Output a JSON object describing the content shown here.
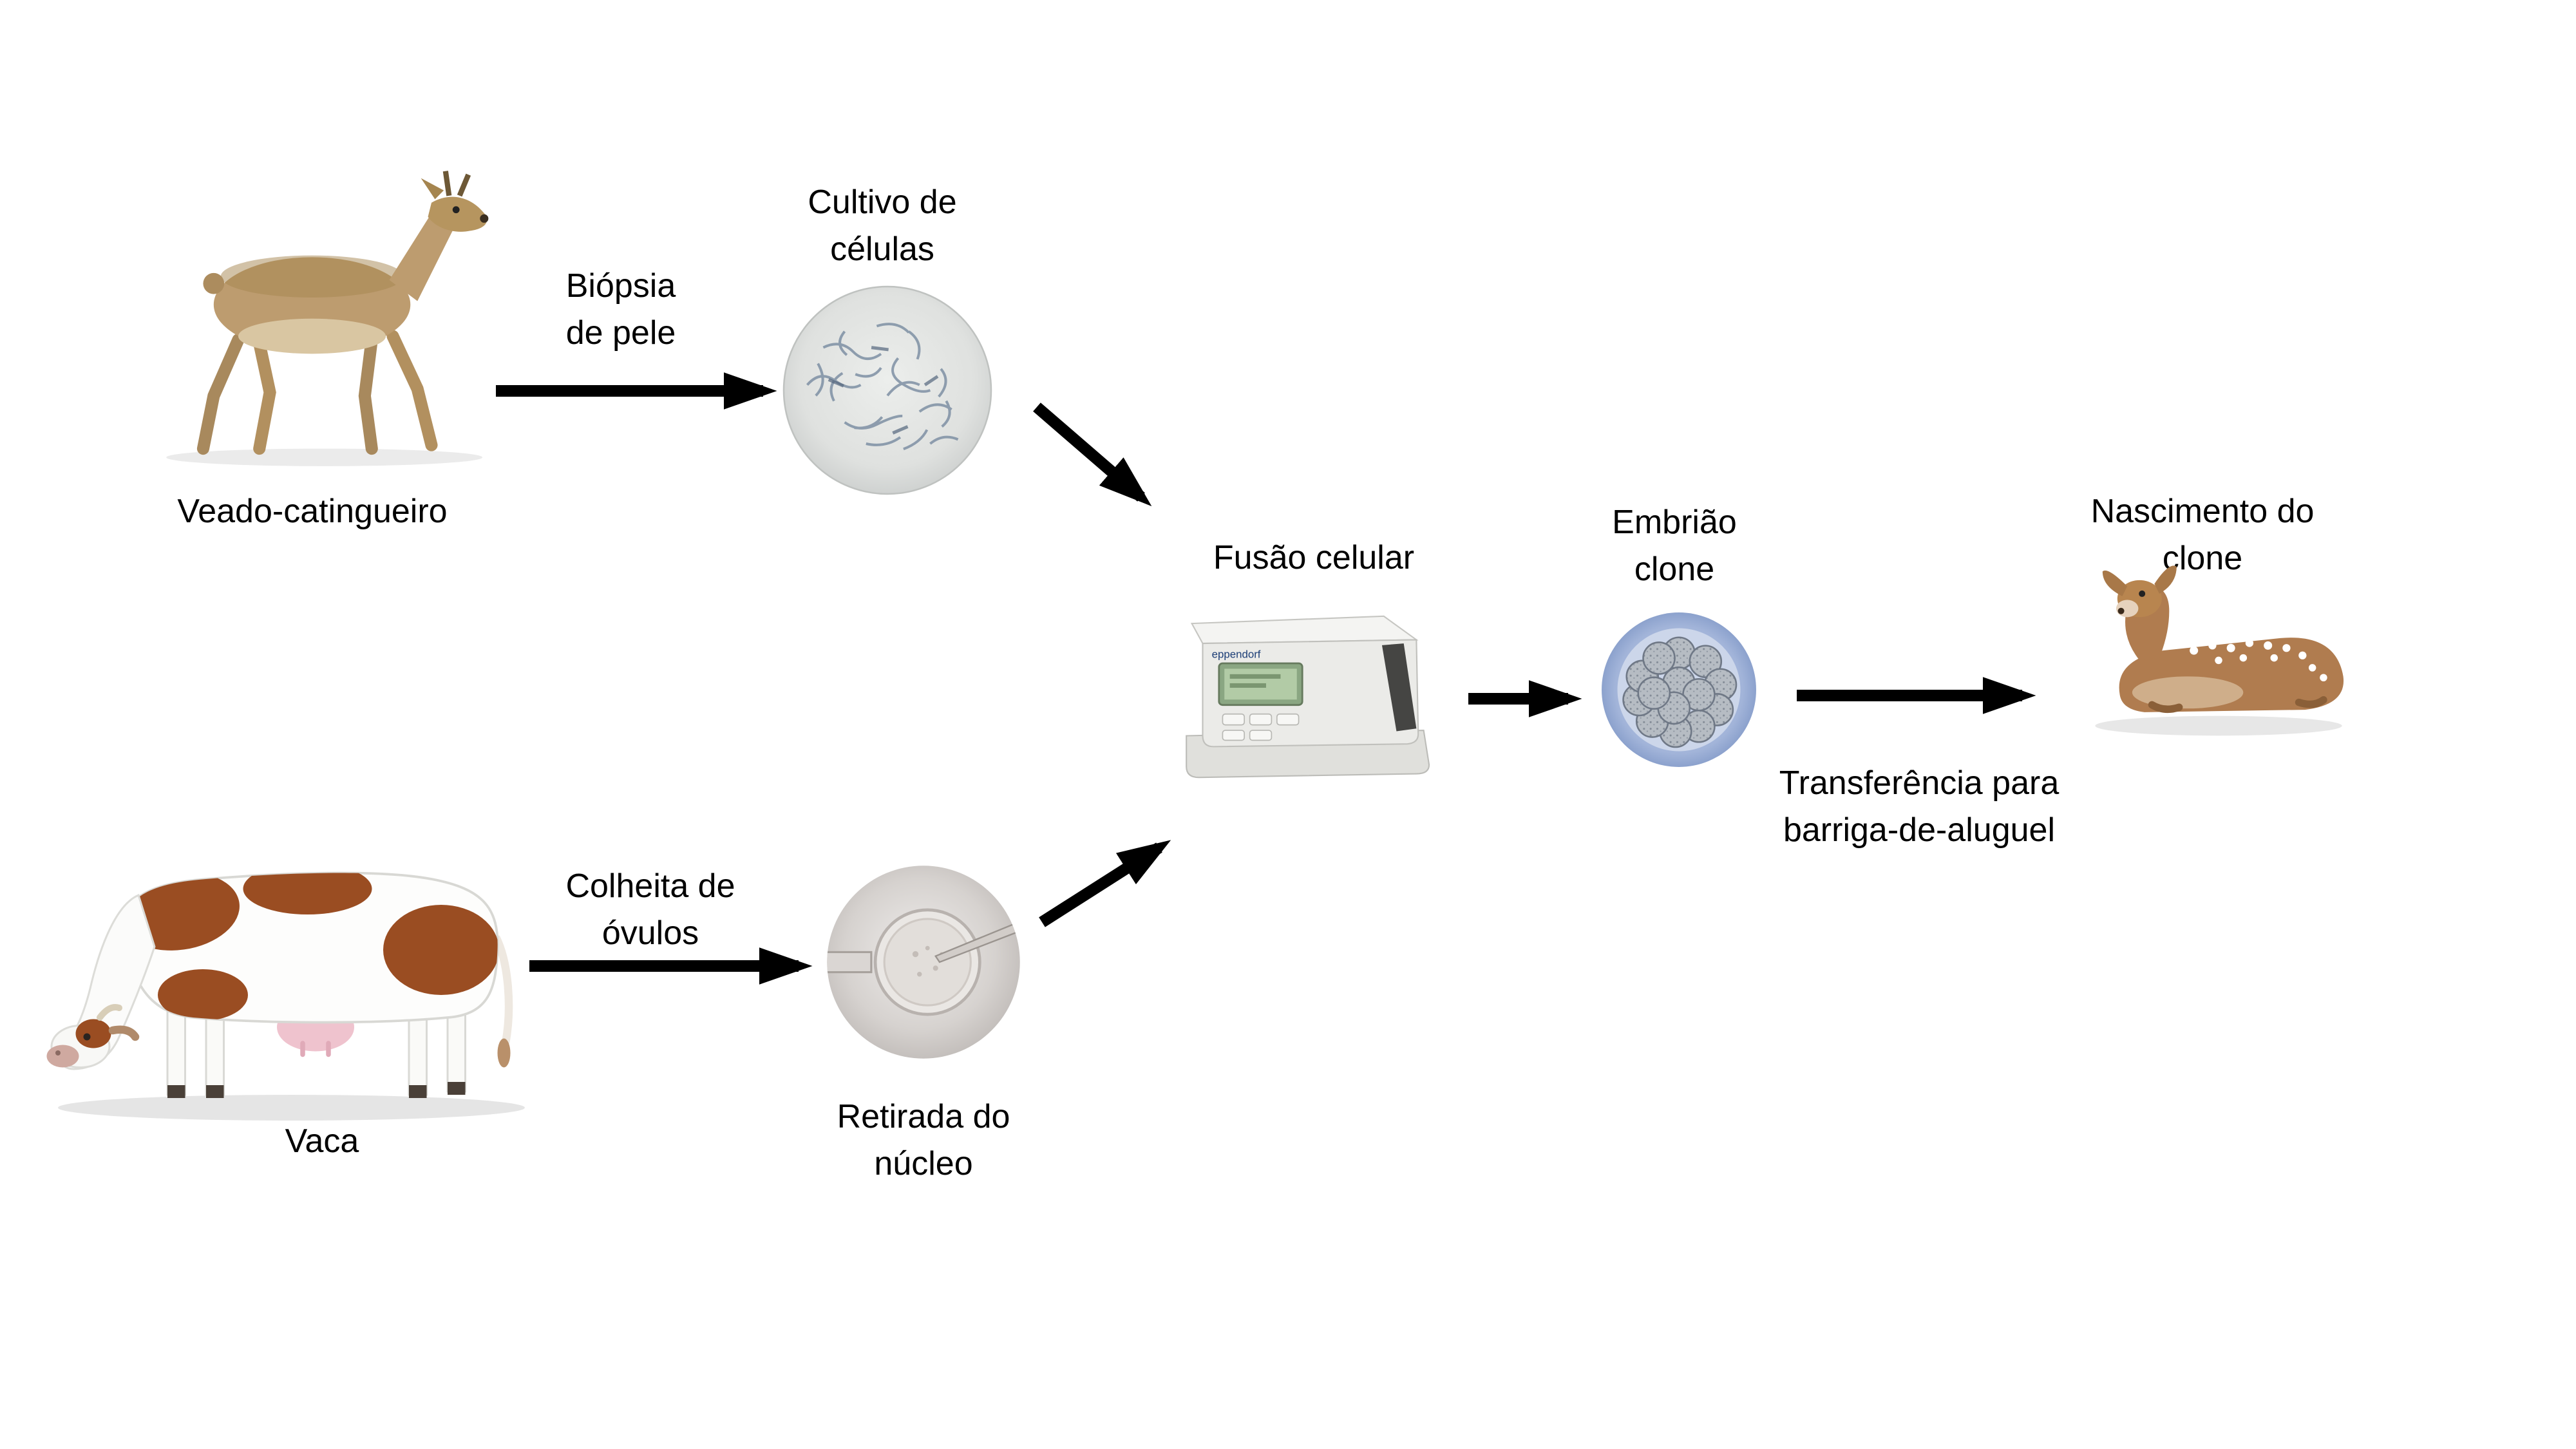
{
  "diagram": {
    "background": "#ffffff",
    "arrow_color": "#000000",
    "text_color": "#000000",
    "labels": {
      "donor": "Veado-catingueiro",
      "biopsy": "Biópsia\nde pele",
      "cell_culture": "Cultivo de\ncélulas",
      "fusion": "Fusão celular",
      "embryo": "Embrião\nclone",
      "birth": "Nascimento do\nclone",
      "transfer": "Transferência para\nbarriga-de-aluguel",
      "cow": "Vaca",
      "egg_harvest": "Colheita de\nóvulos",
      "nucleus_removal": "Retirada do\nnúcleo"
    },
    "machine": {
      "brand": "eppendorf"
    },
    "colors": {
      "deer_coat": "#bd9c6f",
      "cow_patch": "#9a4d22",
      "fawn_coat": "#b07c4f",
      "embryo_outer": "#8fa3cf",
      "cell_stroke": "#7e90a4",
      "lcd_green": "#b2cba6"
    },
    "flow_edges": [
      {
        "from": "Veado-catingueiro",
        "to": "Cultivo de células",
        "label": "Biópsia de pele"
      },
      {
        "from": "Cultivo de células",
        "to": "Fusão celular",
        "label": ""
      },
      {
        "from": "Vaca",
        "to": "Retirada do núcleo",
        "label": "Colheita de óvulos"
      },
      {
        "from": "Retirada do núcleo",
        "to": "Fusão celular",
        "label": ""
      },
      {
        "from": "Fusão celular",
        "to": "Embrião clone",
        "label": ""
      },
      {
        "from": "Embrião clone",
        "to": "Nascimento do clone",
        "label": "Transferência para barriga-de-aluguel"
      }
    ]
  }
}
